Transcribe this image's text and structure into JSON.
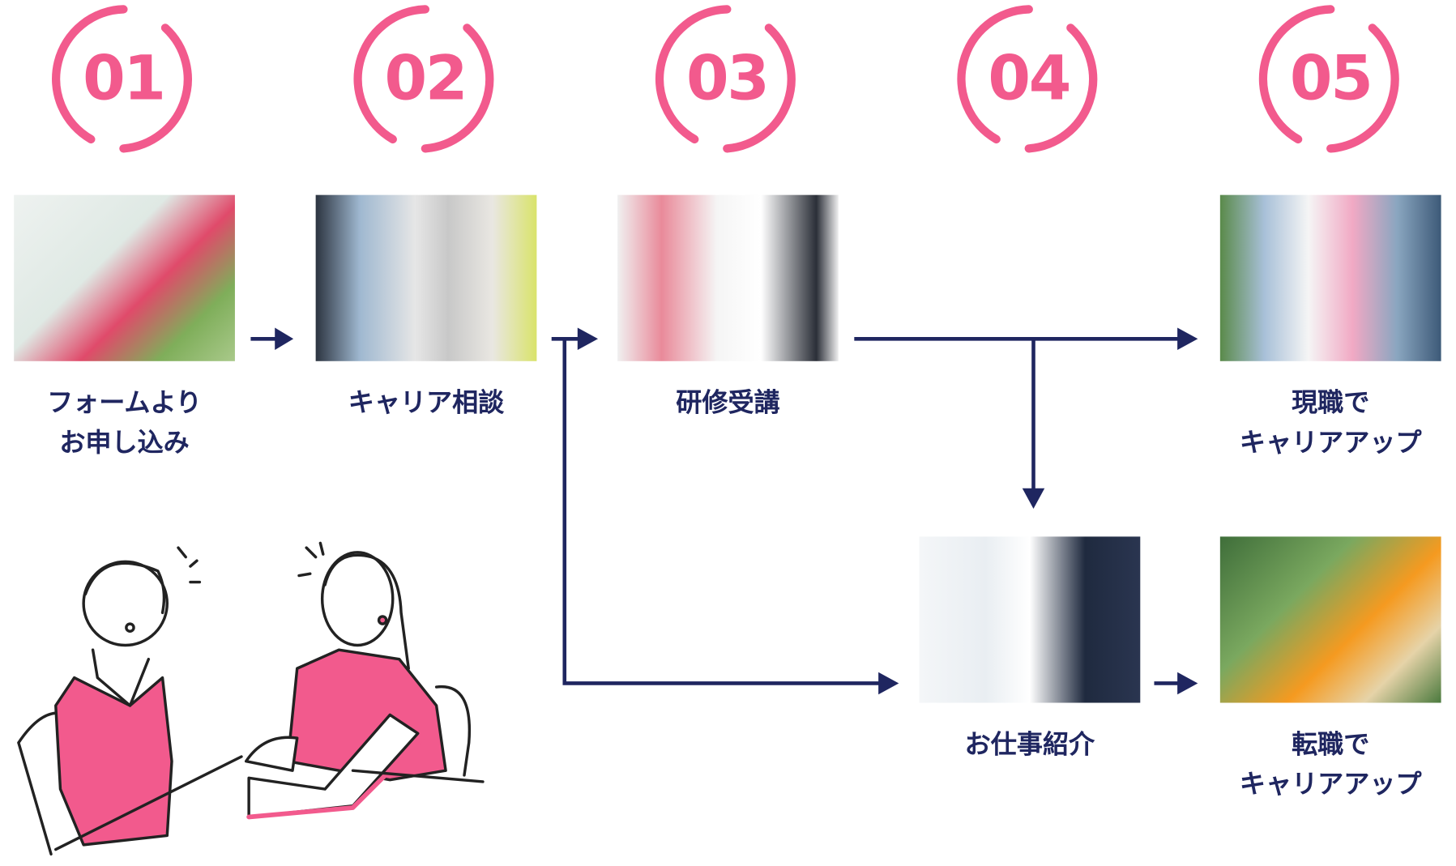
{
  "colors": {
    "accent": "#f25a8d",
    "arrow": "#1f2660",
    "text": "#1f2660"
  },
  "steps": [
    {
      "number": "01",
      "label_lines": [
        "フォームより",
        "お申し込み"
      ]
    },
    {
      "number": "02",
      "label_lines": [
        "キャリア相談"
      ]
    },
    {
      "number": "03",
      "label_lines": [
        "研修受講"
      ]
    },
    {
      "number": "04",
      "label_lines": [
        "お仕事紹介"
      ]
    },
    {
      "number": "05",
      "label_lines": [
        "現職で",
        "キャリアアップ"
      ]
    }
  ],
  "outcome_alt": {
    "label_lines": [
      "転職で",
      "キャリアアップ"
    ]
  }
}
